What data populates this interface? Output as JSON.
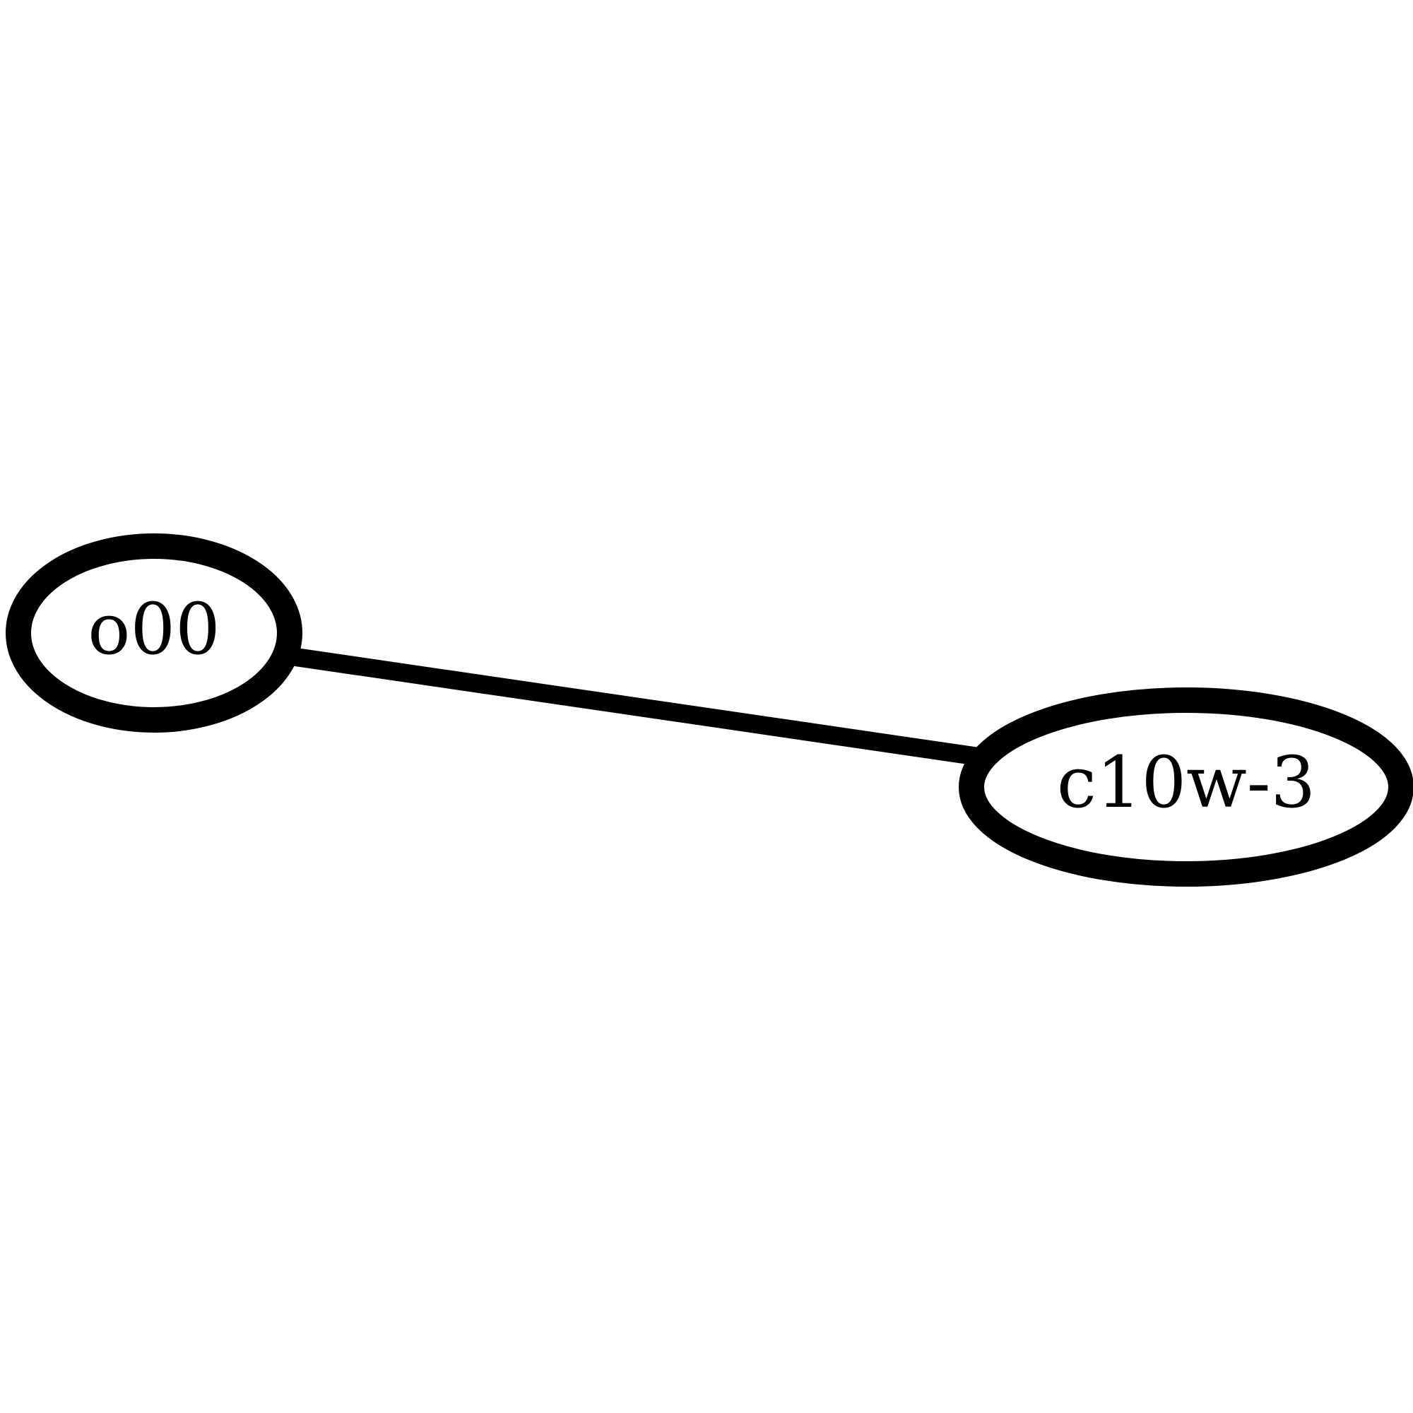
{
  "diagram": {
    "nodes": [
      {
        "id": "o00",
        "label": "o00"
      },
      {
        "id": "c10w-3",
        "label": "c10w-3"
      }
    ],
    "edges": [
      {
        "from": "o00",
        "to": "c10w-3"
      }
    ]
  }
}
